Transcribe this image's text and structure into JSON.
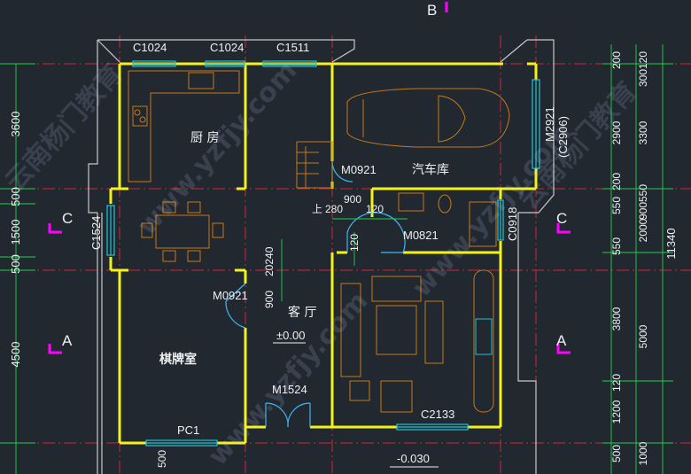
{
  "colors": {
    "background": "#212830",
    "wall": "#f5f21a",
    "label": "#f0f0f0",
    "dim": "#1fd14a",
    "axis_grid": "#e0283a",
    "window": "#20c5d8",
    "furniture": "#c87a1a",
    "door": "#3fb7f0",
    "marker": "#ff00ff"
  },
  "axis_labels": {
    "top_b": "B",
    "left_c": "C",
    "left_a": "A",
    "right_c": "C",
    "right_a": "A"
  },
  "rooms": {
    "kitchen": "厨 房",
    "garage": "汽车库",
    "living": "客 厅",
    "chess": "棋牌室"
  },
  "windows": {
    "c1024_a": "C1024",
    "c1024_b": "C1024",
    "c1511": "C1511",
    "c1524": "C1524",
    "c0918": "C0918",
    "c2133": "C2133",
    "pc1": "PC1",
    "m2921": "M2921",
    "m2921_sub": "(C2906)"
  },
  "doors": {
    "m0921_garage": "M0921",
    "m0821": "M0821",
    "m0921_chess": "M0921",
    "m1524": "M1524"
  },
  "levels": {
    "floor": "±0.00",
    "outside": "-0.030"
  },
  "annotations": {
    "stair_up": "上",
    "d280": "280",
    "d900": "900",
    "d120_a": "120",
    "d120_b": "120",
    "d900_240": "900",
    "d240_v": "20240"
  },
  "left_dims": [
    "3600",
    "500",
    "1500",
    "500",
    "4500"
  ],
  "right_dims_inner": [
    "200",
    "2900",
    "200",
    "550",
    "550",
    "3800",
    "120",
    "1200",
    "500"
  ],
  "right_dims_mid": [
    "300120",
    "3300",
    "900550",
    "2000",
    "5000",
    "1000"
  ],
  "right_dims_outer": [
    "11340"
  ],
  "bottom_dims": [
    "500"
  ],
  "watermarks": [
    "www.yzfjy.com",
    "云南杨门教育"
  ]
}
